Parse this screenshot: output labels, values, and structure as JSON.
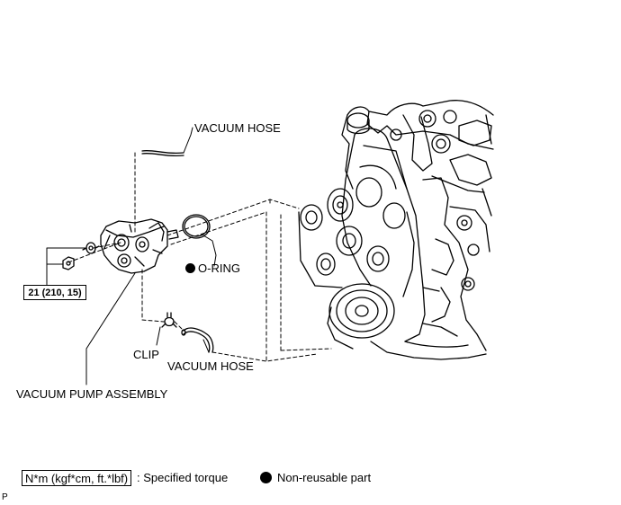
{
  "labels": {
    "vacuum_hose_top": "VACUUM HOSE",
    "o_ring": "O-RING",
    "clip": "CLIP",
    "vacuum_hose_bottom": "VACUUM HOSE",
    "vacuum_pump_assembly": "VACUUM PUMP ASSEMBLY",
    "torque_value": "21 (210, 15)"
  },
  "legend": {
    "torque_unit": "N*m (kgf*cm, ft.*lbf)",
    "torque_desc": ": Specified torque",
    "non_reusable": "Non-reusable part"
  },
  "corner_mark": "P"
}
